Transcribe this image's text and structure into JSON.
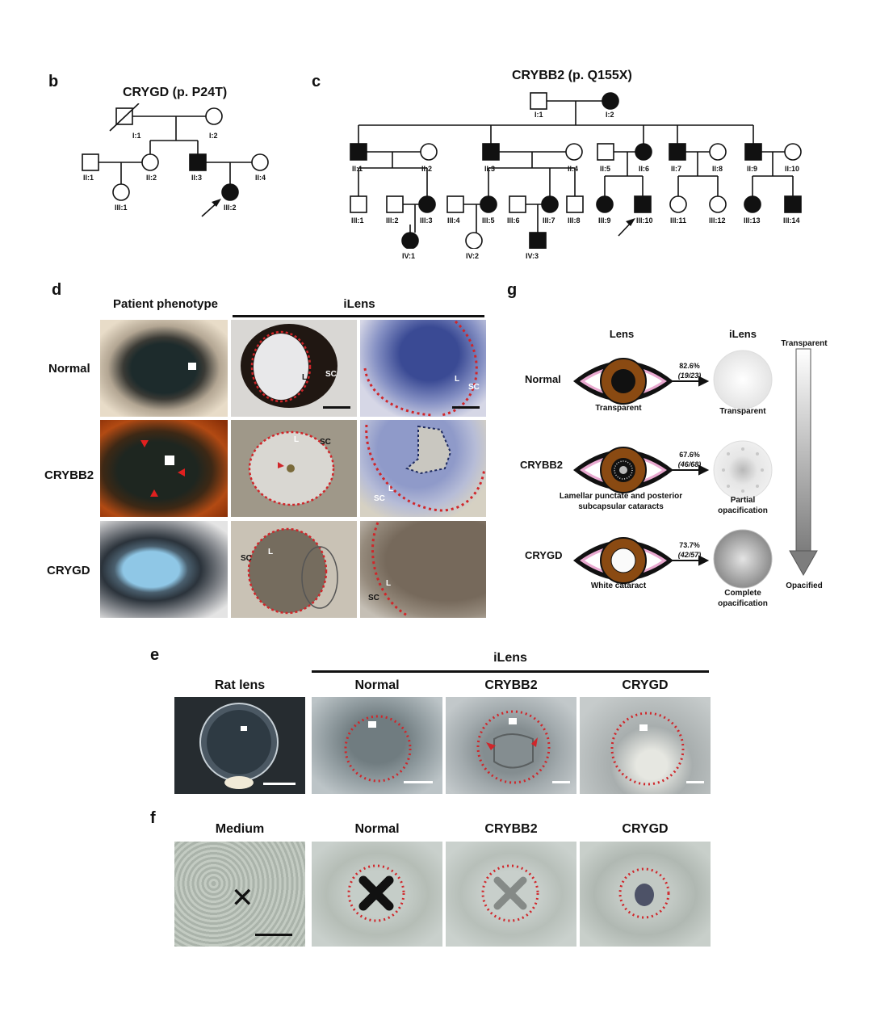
{
  "panel_b": {
    "letter": "b",
    "title": "CRYGD (p. P24T)",
    "ids": [
      "I:1",
      "I:2",
      "II:1",
      "II:2",
      "II:3",
      "II:4",
      "III:1",
      "III:2"
    ]
  },
  "panel_c": {
    "letter": "c",
    "title": "CRYBB2 (p. Q155X)",
    "ids": [
      "I:1",
      "I:2",
      "II:1",
      "II:2",
      "II:3",
      "II:4",
      "II:5",
      "II:6",
      "II:7",
      "II:8",
      "II:9",
      "II:10",
      "III:1",
      "III:2",
      "III:3",
      "III:4",
      "III:5",
      "III:6",
      "III:7",
      "III:8",
      "III:9",
      "III:10",
      "III:11",
      "III:12",
      "III:13",
      "III:14",
      "IV:1",
      "IV:2",
      "IV:3"
    ]
  },
  "panel_d": {
    "letter": "d",
    "col_patient": "Patient phenotype",
    "col_ilens": "iLens",
    "rows": [
      "Normal",
      "CRYBB2",
      "CRYGD"
    ],
    "label_L": "L",
    "label_SC": "SC"
  },
  "panel_g": {
    "letter": "g",
    "col_lens": "Lens",
    "col_ilens": "iLens",
    "scale_top": "Transparent",
    "scale_bottom": "Opacified",
    "rows": [
      {
        "name": "Normal",
        "lens_caption": "Transparent",
        "pct": "82.6%",
        "frac": "(19/23)",
        "ilens_caption": "Transparent"
      },
      {
        "name": "CRYBB2",
        "lens_caption": "Lamellar punctate and posterior subcapsular cataracts",
        "pct": "67.6%",
        "frac": "(46/68)",
        "ilens_caption": "Partial opacification"
      },
      {
        "name": "CRYGD",
        "lens_caption": "White cataract",
        "pct": "73.7%",
        "frac": "(42/57)",
        "ilens_caption": "Complete opacification"
      }
    ]
  },
  "panel_e": {
    "letter": "e",
    "group_label": "iLens",
    "cols": [
      "Rat lens",
      "Normal",
      "CRYBB2",
      "CRYGD"
    ]
  },
  "panel_f": {
    "letter": "f",
    "cols": [
      "Medium",
      "Normal",
      "CRYBB2",
      "CRYGD"
    ]
  },
  "colors": {
    "affected": "#000000",
    "dashed_red": "#d0262a",
    "dashed_blue": "#1e2a5e",
    "iris": "#8a4a12",
    "lid": "#e9a9d0"
  }
}
